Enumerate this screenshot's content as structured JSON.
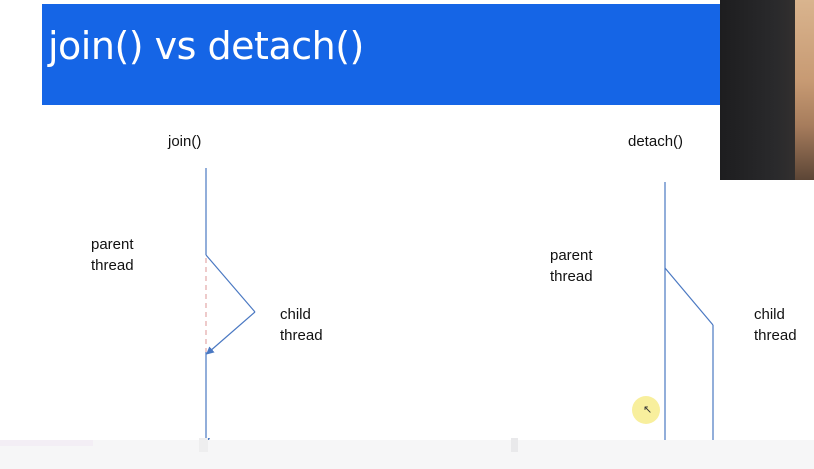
{
  "slide": {
    "title": "join() vs detach()"
  },
  "join_diagram": {
    "heading": "join()",
    "parent_label_line1": "parent",
    "parent_label_line2": "thread",
    "child_label_line1": "child",
    "child_label_line2": "thread"
  },
  "detach_diagram": {
    "heading": "detach()",
    "parent_label_line1": "parent",
    "parent_label_line2": "thread",
    "child_label_line1": "child",
    "child_label_line2": "thread"
  },
  "colors": {
    "title_bar": "#1565e6",
    "title_text": "#ffffff",
    "thread_line": "#4a78c2",
    "cursor_highlight": "#f7ec8c"
  },
  "icons": {
    "cursor": "mouse-pointer-icon"
  }
}
